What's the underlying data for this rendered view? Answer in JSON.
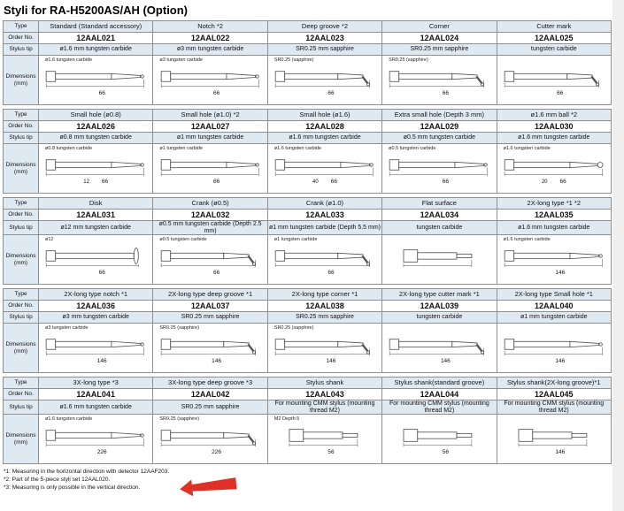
{
  "page": {
    "title": "Styli for RA-H5200AS/AH (Option)"
  },
  "row_labels": {
    "type": "Type",
    "order": "Order No.",
    "tip": "Stylus tip",
    "dims": "Dimensions (mm)"
  },
  "blocks": [
    {
      "columns": [
        {
          "type": "Standard (Standard accessory)",
          "order": "12AAL021",
          "tip": "ø1.6 mm tungsten carbide",
          "note": "ø1.6 tungsten carbide",
          "shape": "straight",
          "len": "66",
          "len2": ""
        },
        {
          "type": "Notch *2",
          "order": "12AAL022",
          "tip": "ø3 mm tungsten carbide",
          "note": "ø3 tungsten carbide",
          "shape": "straight",
          "len": "66",
          "len2": ""
        },
        {
          "type": "Deep groove *2",
          "order": "12AAL023",
          "tip": "SR0.25 mm sapphire",
          "note": "SR0.25 (sapphire)",
          "shape": "bent",
          "len": "66",
          "len2": ""
        },
        {
          "type": "Corner",
          "order": "12AAL024",
          "tip": "SR0.25 mm sapphire",
          "note": "SR0.25 (sapphire)",
          "shape": "bent",
          "len": "66",
          "len2": ""
        },
        {
          "type": "Cutter mark",
          "order": "12AAL025",
          "tip": "tungsten carbide",
          "note": "",
          "shape": "bent",
          "len": "66",
          "len2": ""
        }
      ]
    },
    {
      "columns": [
        {
          "type": "Small hole (ø0.8)",
          "order": "12AAL026",
          "tip": "ø0.8 mm tungsten carbide",
          "note": "ø0.8 tungsten carbide",
          "shape": "straight",
          "len": "66",
          "len2": "12"
        },
        {
          "type": "Small hole (ø1.0) *2",
          "order": "12AAL027",
          "tip": "ø1 mm tungsten carbide",
          "note": "ø1 tungsten carbide",
          "shape": "straight",
          "len": "66",
          "len2": ""
        },
        {
          "type": "Small hole (ø1.6)",
          "order": "12AAL028",
          "tip": "ø1.6 mm tungsten carbide",
          "note": "ø1.6 tungsten carbide",
          "shape": "straight",
          "len": "66",
          "len2": "40"
        },
        {
          "type": "Extra small hole (Depth 3 mm)",
          "order": "12AAL029",
          "tip": "ø0.5 mm tungsten carbide",
          "note": "ø0.5 tungsten carbide",
          "shape": "straight",
          "len": "66",
          "len2": ""
        },
        {
          "type": "ø1.6 mm ball *2",
          "order": "12AAL030",
          "tip": "ø1.6 mm tungsten carbide",
          "note": "ø1.6 tungsten carbide",
          "shape": "ball",
          "len": "66",
          "len2": "20"
        }
      ]
    },
    {
      "columns": [
        {
          "type": "Disk",
          "order": "12AAL031",
          "tip": "ø12 mm tungsten carbide",
          "note": "ø12",
          "shape": "disk",
          "len": "66",
          "len2": ""
        },
        {
          "type": "Crank (ø0.5)",
          "order": "12AAL032",
          "tip": "ø0.5 mm tungsten carbide (Depth 2.5 mm)",
          "note": "ø0.5 tungsten carbide",
          "shape": "bent",
          "len": "66",
          "len2": ""
        },
        {
          "type": "Crank (ø1.0)",
          "order": "12AAL033",
          "tip": "ø1 mm tungsten carbide (Depth 5.5 mm)",
          "note": "ø1 tungsten carbide",
          "shape": "bent",
          "len": "66",
          "len2": ""
        },
        {
          "type": "Flat surface",
          "order": "12AAL034",
          "tip": "tungsten carbide",
          "note": "",
          "shape": "shank",
          "len": "",
          "len2": ""
        },
        {
          "type": "2X-long type *1 *2",
          "order": "12AAL035",
          "tip": "ø1.6 mm tungsten carbide",
          "note": "ø1.6 tungsten carbide",
          "shape": "straight",
          "len": "146",
          "len2": ""
        }
      ]
    },
    {
      "columns": [
        {
          "type": "2X-long type notch *1",
          "order": "12AAL036",
          "tip": "ø3 mm tungsten carbide",
          "note": "ø3 tungsten carbide",
          "shape": "straight",
          "len": "146",
          "len2": ""
        },
        {
          "type": "2X-long type deep groove *1",
          "order": "12AAL037",
          "tip": "SR0.25 mm sapphire",
          "note": "SR0.25 (sapphire)",
          "shape": "bent",
          "len": "146",
          "len2": ""
        },
        {
          "type": "2X-long type corner *1",
          "order": "12AAL038",
          "tip": "SR0.25 mm sapphire",
          "note": "SR0.25 (sapphire)",
          "shape": "bent",
          "len": "146",
          "len2": ""
        },
        {
          "type": "2X-long type cutter mark *1",
          "order": "12AAL039",
          "tip": "tungsten carbide",
          "note": "",
          "shape": "bent",
          "len": "146",
          "len2": ""
        },
        {
          "type": "2X-long type Small hole *1",
          "order": "12AAL040",
          "tip": "ø1 mm tungsten carbide",
          "note": "",
          "shape": "straight",
          "len": "146",
          "len2": ""
        }
      ]
    },
    {
      "columns": [
        {
          "type": "3X-long type *3",
          "order": "12AAL041",
          "tip": "ø1.6 mm tungsten carbide",
          "note": "ø1.6 tungsten carbide",
          "shape": "straight",
          "len": "226",
          "len2": ""
        },
        {
          "type": "3X-long type deep groove *3",
          "order": "12AAL042",
          "tip": "SR0.25 mm sapphire",
          "note": "SR0.25 (sapphire)",
          "shape": "bent",
          "len": "226",
          "len2": ""
        },
        {
          "type": "Stylus shank",
          "order": "12AAL043",
          "tip": "For mounting CMM stylus (mounting thread M2)",
          "note": "M2 Depth 5",
          "shape": "shank",
          "len": "56",
          "len2": ""
        },
        {
          "type": "Stylus shank(standard groove)",
          "order": "12AAL044",
          "tip": "For mounting CMM stylus (mounting thread M2)",
          "note": "",
          "shape": "shank",
          "len": "56",
          "len2": ""
        },
        {
          "type": "Stylus shank(2X-long groove)*1",
          "order": "12AAL045",
          "tip": "For mounting CMM stylus (mounting thread M2)",
          "note": "",
          "shape": "shank",
          "len": "146",
          "len2": ""
        }
      ]
    }
  ],
  "footnotes": [
    "*1: Measuring in the horizontal direction with detector 12AAF203.",
    "*2: Part of the 5-piece styli set 12AAL020.",
    "*3: Measuring is only possible in the vertical direction."
  ],
  "colors": {
    "header_bg": "#dfe9f2",
    "border": "#8f8f8f",
    "arrow_red": "#e03127"
  }
}
